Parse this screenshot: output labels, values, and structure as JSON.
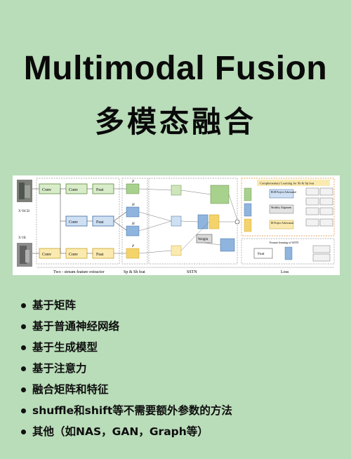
{
  "title_en": "Multimodal Fusion",
  "title_zh": "多模态融合",
  "figure": {
    "input_top_label": "X^RGB",
    "input_bottom_label": "X^IR",
    "conv_top_1": "Conv",
    "conv_top_2": "Conv",
    "feat_top": "Feat",
    "conv_mid": "Conv",
    "feat_mid": "Feat",
    "conv_bot_1": "Conv",
    "conv_bot_2": "Conv",
    "feat_bot": "Feat",
    "p_top": "P",
    "h_r": "H",
    "h_i": "H",
    "p_bot": "P",
    "weight": "Weight",
    "feat_right": "Feat",
    "comp_title": "Complementary Learning for Sh & Sp feat",
    "rgb_proj": "RGB Project Adversarial",
    "mod_align": "Modality Alignment",
    "ir_proj": "IR Project Adversarial",
    "feat_learning": "Feature learning of SSTN",
    "sec_extractor": "Two - stream feature extractor",
    "sec_feat": "Sp & Sh feat",
    "sec_sstn": "SSTN",
    "sec_loss": "Loss"
  },
  "bullets": [
    "基于矩阵",
    "基于普通神经网络",
    "基于生成模型",
    "基于注意力",
    "融合矩阵和特征",
    "shuffle和shift等不需要额外参数的方法",
    "其他（如NAS，GAN，Graph等）"
  ]
}
